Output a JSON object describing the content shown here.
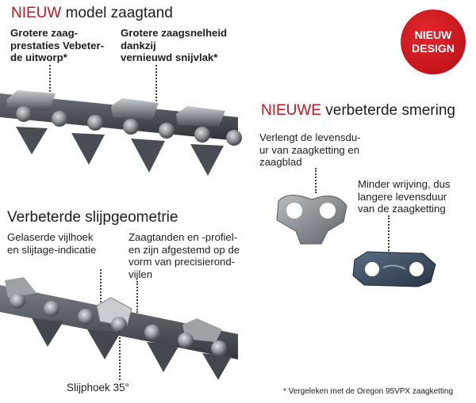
{
  "section1": {
    "heading_accent": "NIEUW",
    "heading_rest": " model zaagtand",
    "label_left": "Grotere zaag-\nprestaties Vebeter-\nde uitworp*",
    "label_right": "Grotere zaagsnelheid\ndankzij\nvernieuwd snijvlak*"
  },
  "badge": {
    "line1": "NIEUW",
    "line2": "DESIGN"
  },
  "section2": {
    "heading_accent": "NIEUWE",
    "heading_rest": " verbeterde smering",
    "label_top": "Verlengt de levensdu-\nur van zaagketting en\nzaagblad",
    "label_bottom": "Minder wrijving, dus\nlangere levensduur\nvan de zaagketting"
  },
  "section3": {
    "heading": "Verbeterde slijpgeometrie",
    "label_left": "Gelaserde vijlhoek\nen slijtage-indicatie",
    "label_right": "Zaagtanden en -profiel-\nen zijn afgestemd op de\nvorm van precisierond-\nvijlen",
    "angle_label": "Slijphoek 35°"
  },
  "footnote": "* Vergeleken met de Oregon 95VPX zaagketting",
  "colors": {
    "accent": "#c4161c",
    "chain_dark": "#3f4248",
    "chain_light": "#9ea3a8",
    "link_blue": "#36475a"
  }
}
